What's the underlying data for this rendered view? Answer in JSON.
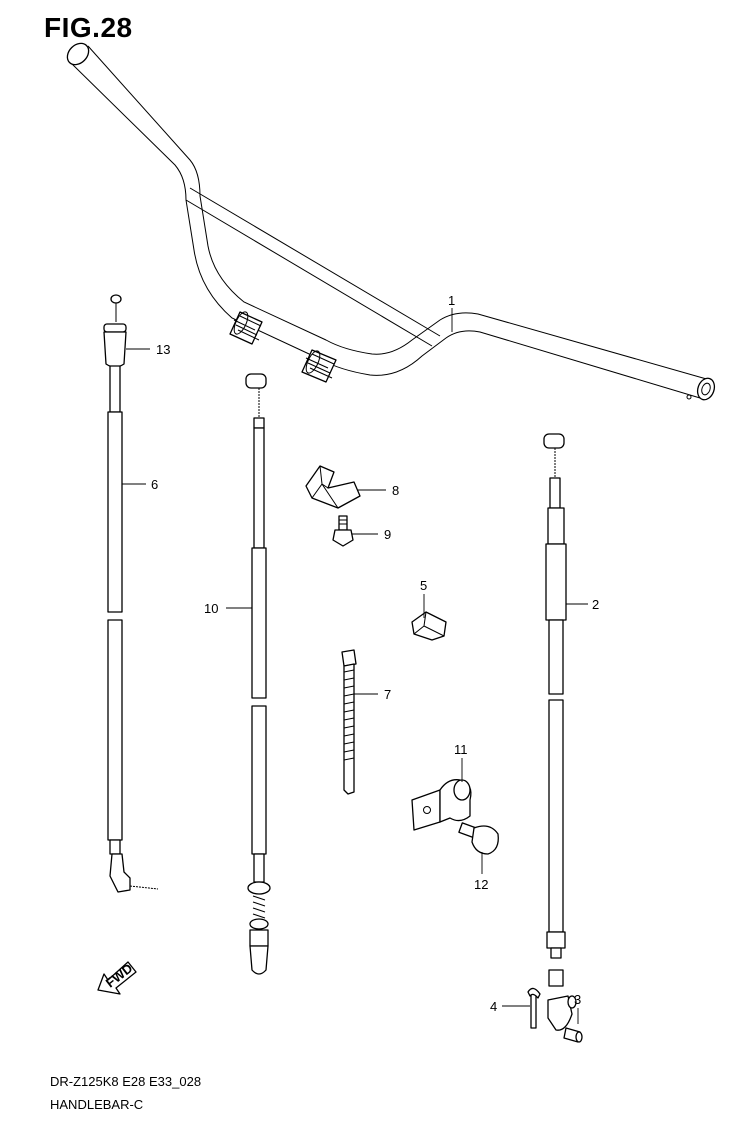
{
  "figure": {
    "title": "FIG.28"
  },
  "footer": {
    "model_code": "DR-Z125K8 E28 E33_028",
    "section_title": "HANDLEBAR-C"
  },
  "fwd_arrow": {
    "label": "FWD"
  },
  "callouts": [
    {
      "number": "1"
    },
    {
      "number": "2"
    },
    {
      "number": "3"
    },
    {
      "number": "4"
    },
    {
      "number": "5"
    },
    {
      "number": "6"
    },
    {
      "number": "7"
    },
    {
      "number": "8"
    },
    {
      "number": "9"
    },
    {
      "number": "10"
    },
    {
      "number": "11"
    },
    {
      "number": "12"
    },
    {
      "number": "13"
    }
  ]
}
